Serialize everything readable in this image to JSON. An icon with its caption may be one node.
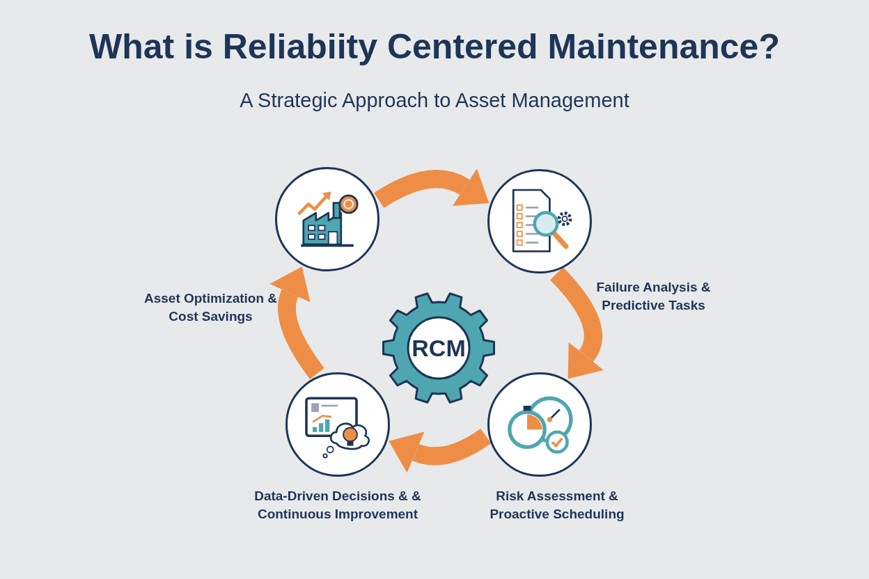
{
  "diagram": {
    "title": "What is Reliabiity Centered Maintenance?",
    "caption": "A Strategic Approach to Asset Management",
    "nodes": [
      {
        "text": [],
        "shape": "circle",
        "beside": [
          "Asset Optimization & Cost Savings"
        ]
      },
      {
        "text": [],
        "shape": "circle",
        "beside": [
          "Failure Analysis & Predictive Tasks"
        ]
      },
      {
        "text": [],
        "shape": "circle",
        "beside": [
          "Risk Assessment & Proactive Scheduling"
        ]
      },
      {
        "text": [],
        "shape": "circle",
        "beside": [
          "Data-Driven Decisions & & Continuous Improvement"
        ]
      },
      {
        "text": [
          "RCM"
        ]
      }
    ],
    "edges": [
      {
        "from": 0,
        "to": 1,
        "arrow": "to"
      },
      {
        "from": 1,
        "to": 2,
        "arrow": "to"
      },
      {
        "from": 2,
        "to": 3,
        "arrow": "to"
      },
      {
        "from": 3,
        "to": 0,
        "arrow": "to"
      }
    ]
  }
}
